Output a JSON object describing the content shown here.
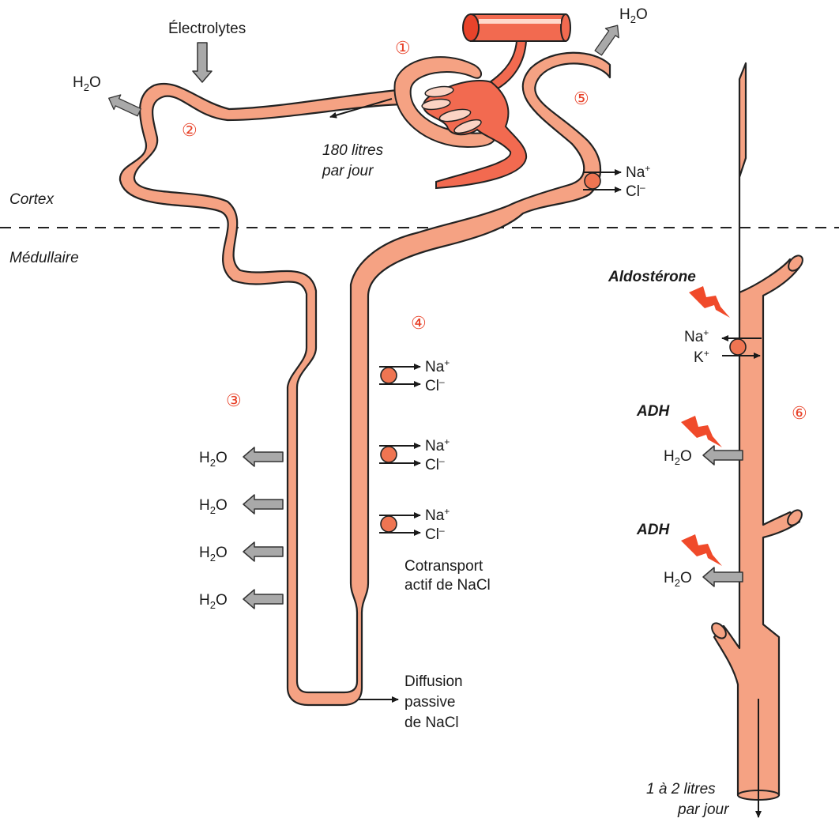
{
  "colors": {
    "tubule": "#f5a283",
    "outline": "#222222",
    "vessel": "#f26a50",
    "vessel_dark": "#e8432a",
    "transporter": "#ef7552",
    "h2o_arrow": "#a9a9a9",
    "lightning": "#f04a2a",
    "number": "#e8432a"
  },
  "regions": {
    "cortex": "Cortex",
    "medulla": "Médullaire"
  },
  "segment_numbers": {
    "n1": "①",
    "n2": "②",
    "n3": "③",
    "n4": "④",
    "n5": "⑤",
    "n6": "⑥"
  },
  "labels": {
    "electrolytes": "Électrolytes",
    "filtration_line1": "180 litres",
    "filtration_line2": "par jour",
    "urine_line1": "1 à 2 litres",
    "urine_line2": "par jour",
    "cotransport_line1": "Cotransport",
    "cotransport_line2": "actif de NaCl",
    "diffusion_line1": "Diffusion",
    "diffusion_line2": "passive",
    "diffusion_line3": "de NaCl",
    "aldosterone": "Aldostérone",
    "adh": "ADH"
  },
  "chem": {
    "water_base": "H",
    "water_sub": "2",
    "water_end": "O",
    "sodium": "Na",
    "potassium": "K",
    "chloride": "Cl",
    "plus": "+",
    "minus": "–"
  },
  "icons": [
    "water-outflow-arrow-icon",
    "hormone-lightning-icon",
    "transporter-icon"
  ]
}
